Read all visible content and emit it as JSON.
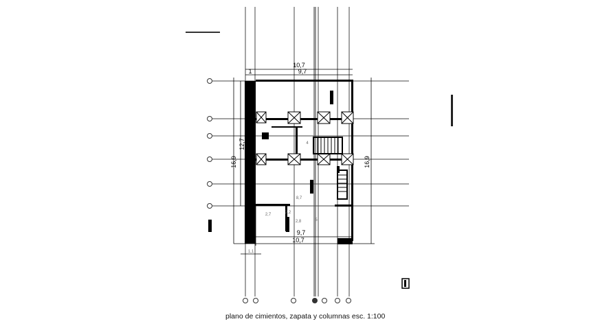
{
  "drawing": {
    "caption": "plano de cimientos, zapata y columnas esc. 1:100",
    "dimensions": {
      "top_overall": "10,7",
      "top_left": "1",
      "top_right": "9,7",
      "left_overall": "16,9",
      "left_inner": "12,7",
      "right_overall": "16,9",
      "bottom_inner": "9,7",
      "bottom_overall": "10,7",
      "bottom_small": "1,1"
    },
    "inner_dimensions": [
      "8,7",
      "2,7",
      "2,2",
      "2,8",
      "5",
      "4"
    ],
    "line_color": "#000000",
    "grid_color": "#555555"
  }
}
